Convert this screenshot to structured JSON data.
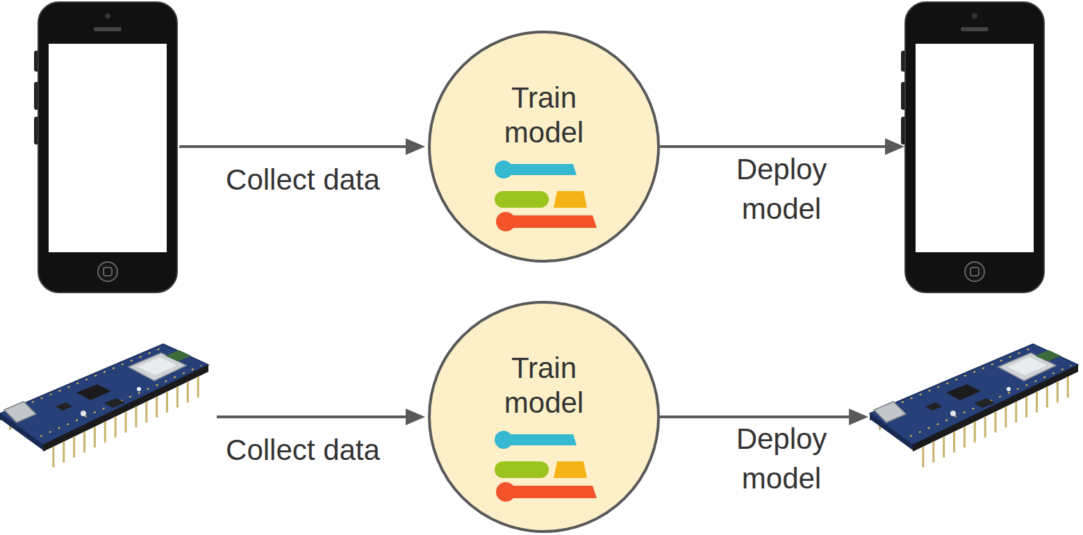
{
  "diagram": {
    "nodes": [
      {
        "text": [
          "Train model"
        ]
      },
      {
        "text": [
          "Train model"
        ]
      }
    ],
    "labels": [
      "Collect data",
      "Deploy model",
      "Collect data",
      "Deploy model"
    ]
  }
}
